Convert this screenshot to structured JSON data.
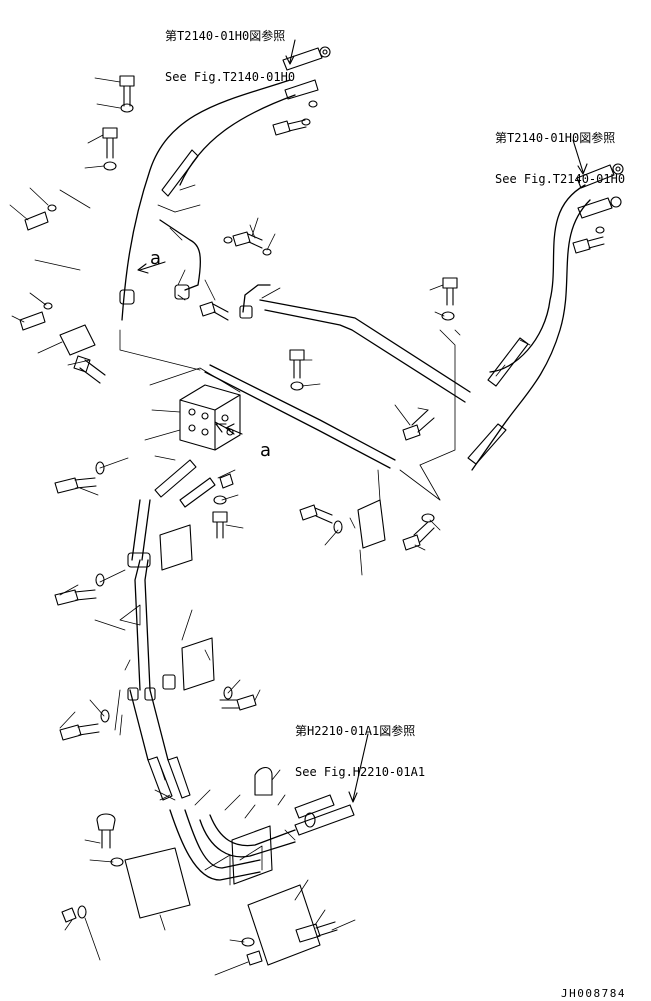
{
  "references": [
    {
      "jp": "第T2140-01H0図参照",
      "en": "See Fig.T2140-01H0"
    },
    {
      "jp": "第T2140-01H0図参照",
      "en": "See Fig.T2140-01H0"
    },
    {
      "jp": "第H2210-01A1図参照",
      "en": "See Fig.H2210-01A1"
    }
  ],
  "view_markers": [
    "a",
    "a"
  ],
  "drawing_number": "JH008784"
}
